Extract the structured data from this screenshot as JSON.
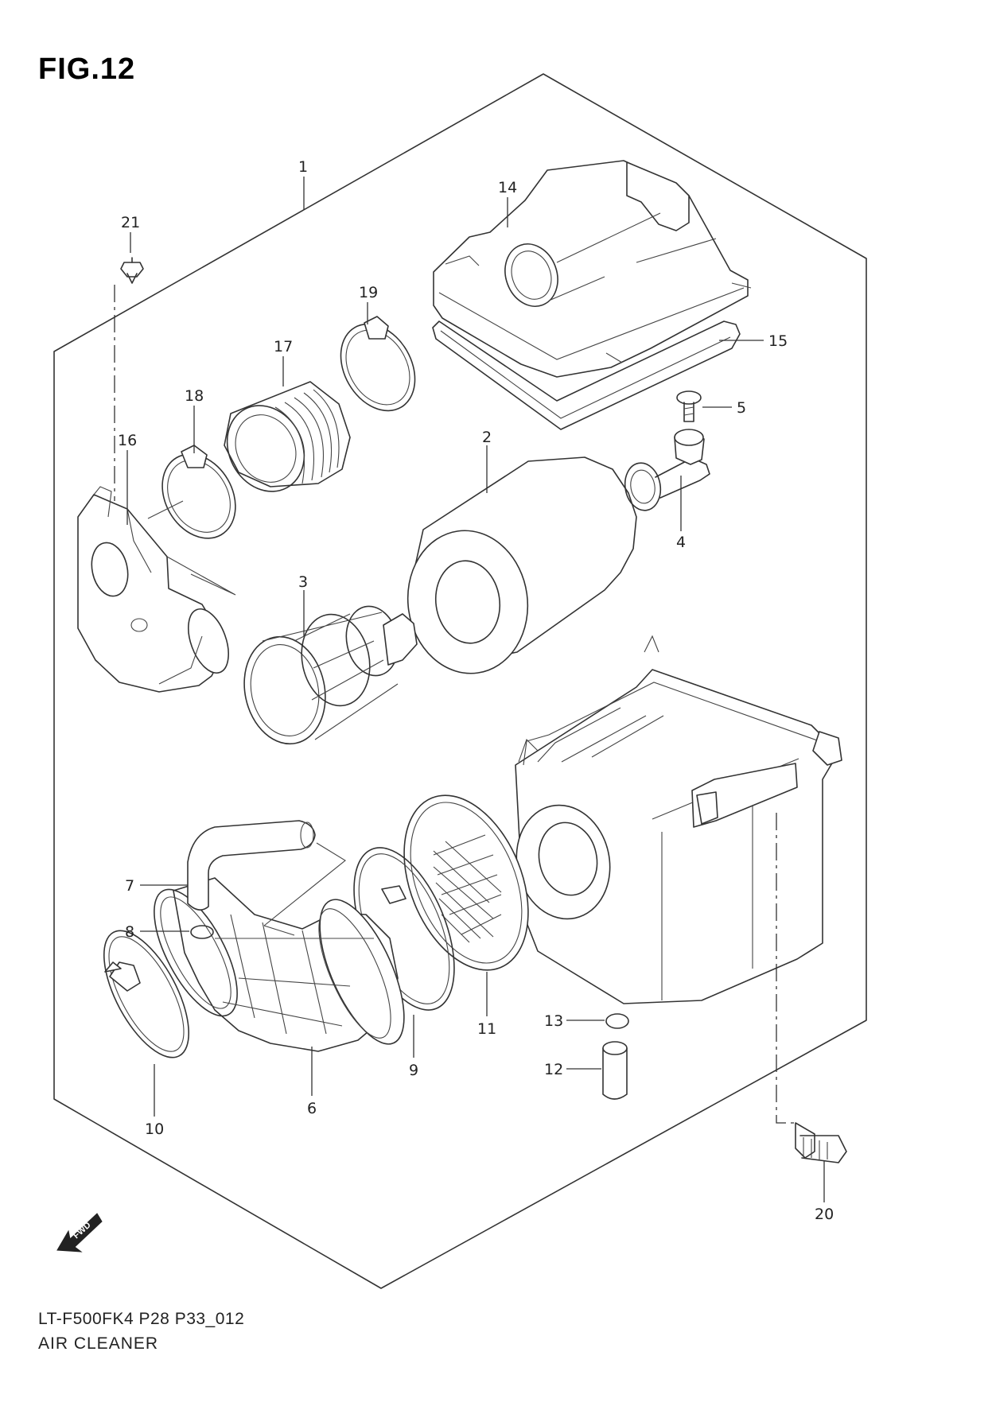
{
  "figure": {
    "title": "FIG.12"
  },
  "footer": {
    "model_code": "LT-F500FK4 P28 P33_012",
    "diagram_name": "AIR CLEANER"
  },
  "fwd_marker": {
    "label": "FWD"
  },
  "callouts": [
    {
      "id": "1",
      "label": "1"
    },
    {
      "id": "2",
      "label": "2"
    },
    {
      "id": "3",
      "label": "3"
    },
    {
      "id": "4",
      "label": "4"
    },
    {
      "id": "5",
      "label": "5"
    },
    {
      "id": "6",
      "label": "6"
    },
    {
      "id": "7",
      "label": "7"
    },
    {
      "id": "8",
      "label": "8"
    },
    {
      "id": "9",
      "label": "9"
    },
    {
      "id": "10",
      "label": "10"
    },
    {
      "id": "11",
      "label": "11"
    },
    {
      "id": "12",
      "label": "12"
    },
    {
      "id": "13",
      "label": "13"
    },
    {
      "id": "14",
      "label": "14"
    },
    {
      "id": "15",
      "label": "15"
    },
    {
      "id": "16",
      "label": "16"
    },
    {
      "id": "17",
      "label": "17"
    },
    {
      "id": "18",
      "label": "18"
    },
    {
      "id": "19",
      "label": "19"
    },
    {
      "id": "20",
      "label": "20"
    },
    {
      "id": "21",
      "label": "21"
    }
  ]
}
